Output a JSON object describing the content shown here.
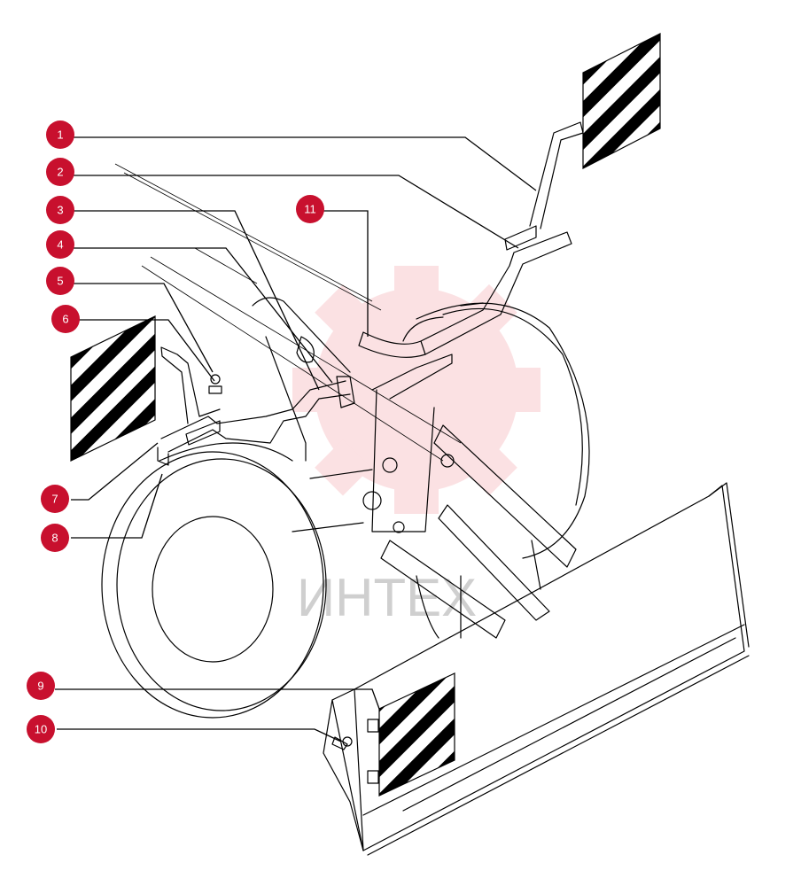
{
  "watermark": {
    "text": "ИНТЕХ",
    "color": "#e41e2d"
  },
  "callout_color": "#c8102e",
  "callouts": [
    "1",
    "2",
    "3",
    "4",
    "5",
    "6",
    "7",
    "8",
    "9",
    "10",
    "11"
  ]
}
